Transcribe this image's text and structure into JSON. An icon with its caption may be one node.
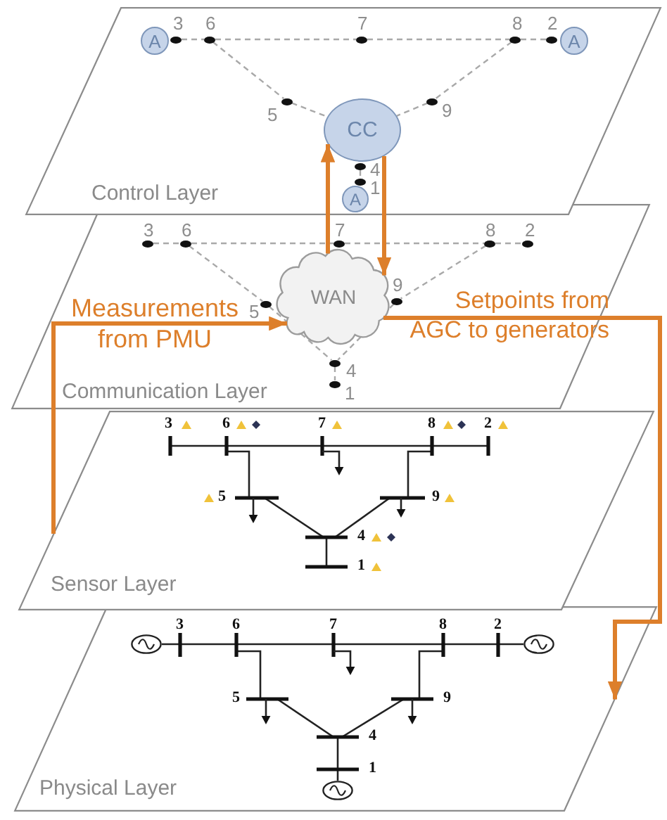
{
  "diagram": {
    "nodes": [
      {
        "text": [
          "Control Layer"
        ]
      },
      {
        "text": [
          "A"
        ],
        "in": 0
      },
      {
        "text": [],
        "shape": "circle",
        "in": 0,
        "beside": [
          "3"
        ]
      },
      {
        "text": [],
        "shape": "circle",
        "in": 0,
        "beside": [
          "6"
        ]
      },
      {
        "text": [],
        "shape": "circle",
        "in": 0,
        "beside": [
          "7"
        ]
      },
      {
        "text": [],
        "shape": "circle",
        "in": 0,
        "beside": [
          "8"
        ]
      },
      {
        "text": [],
        "shape": "circle",
        "in": 0,
        "beside": [
          "2"
        ]
      },
      {
        "text": [
          "A"
        ],
        "in": 0
      },
      {
        "text": [],
        "shape": "circle",
        "in": 0,
        "beside": [
          "5"
        ]
      },
      {
        "text": [
          "CC"
        ],
        "in": 0
      },
      {
        "text": [],
        "shape": "circle",
        "in": 0,
        "beside": [
          "9"
        ]
      },
      {
        "text": [],
        "shape": "circle",
        "in": 0,
        "beside": [
          "4"
        ]
      },
      {
        "text": [],
        "shape": "circle",
        "in": 0,
        "beside": [
          "1"
        ]
      },
      {
        "text": [
          "A"
        ],
        "in": 0
      },
      {
        "text": [
          "Communication Layer"
        ]
      },
      {
        "text": [],
        "shape": "circle",
        "in": 14,
        "beside": [
          "3"
        ]
      },
      {
        "text": [],
        "shape": "circle",
        "in": 14,
        "beside": [
          "6"
        ]
      },
      {
        "text": [],
        "shape": "circle",
        "in": 14,
        "beside": [
          "7"
        ]
      },
      {
        "text": [],
        "shape": "circle",
        "in": 14,
        "beside": [
          "8"
        ]
      },
      {
        "text": [],
        "shape": "circle",
        "in": 14,
        "beside": [
          "2"
        ]
      },
      {
        "text": [],
        "shape": "circle",
        "in": 14,
        "beside": [
          "5"
        ]
      },
      {
        "text": [
          "WAN"
        ],
        "in": 14
      },
      {
        "text": [],
        "shape": "circle",
        "in": 14,
        "beside": [
          "9"
        ]
      },
      {
        "text": [],
        "shape": "circle",
        "in": 14,
        "beside": [
          "4"
        ]
      },
      {
        "text": [],
        "shape": "circle",
        "in": 14,
        "beside": [
          "1"
        ]
      },
      {
        "text": [
          "Sensor Layer"
        ]
      },
      {
        "text": [
          "Physical Layer"
        ]
      }
    ],
    "edges": [
      {
        "from": 2,
        "to": 3,
        "arrow": "none",
        "style": "dashed"
      },
      {
        "from": 3,
        "to": 4,
        "arrow": "none",
        "style": "dashed"
      },
      {
        "from": 4,
        "to": 5,
        "arrow": "none",
        "style": "dashed"
      },
      {
        "from": 5,
        "to": 6,
        "arrow": "none",
        "style": "dashed"
      },
      {
        "from": 3,
        "to": 8,
        "arrow": "none",
        "style": "dashed"
      },
      {
        "from": 8,
        "to": 9,
        "arrow": "none",
        "style": "dashed"
      },
      {
        "from": 5,
        "to": 10,
        "arrow": "none",
        "style": "dashed"
      },
      {
        "from": 10,
        "to": 9,
        "arrow": "none",
        "style": "dashed"
      },
      {
        "from": 11,
        "to": 12,
        "arrow": "none",
        "style": "dashed"
      },
      {
        "from": 15,
        "to": 16,
        "arrow": "none",
        "style": "dashed"
      },
      {
        "from": 16,
        "to": 17,
        "arrow": "none",
        "style": "dashed"
      },
      {
        "from": 17,
        "to": 18,
        "arrow": "none",
        "style": "dashed"
      },
      {
        "from": 18,
        "to": 19,
        "arrow": "none",
        "style": "dashed"
      },
      {
        "from": 16,
        "to": 20,
        "arrow": "none",
        "style": "dashed"
      },
      {
        "from": 20,
        "to": 21,
        "arrow": "none",
        "style": "dashed"
      },
      {
        "from": 21,
        "to": 23,
        "arrow": "none",
        "style": "dashed"
      },
      {
        "from": 18,
        "to": 22,
        "arrow": "none",
        "style": "dashed"
      },
      {
        "from": 22,
        "to": 21,
        "arrow": "none",
        "style": "dashed"
      },
      {
        "from": 21,
        "to": 23,
        "arrow": "none",
        "style": "dashed"
      },
      {
        "from": 23,
        "to": 24,
        "arrow": "none",
        "style": "dashed"
      },
      {
        "from": 21,
        "to": 9,
        "arrow": "to",
        "style": "thick",
        "color": "#dd7f2b"
      },
      {
        "from": 9,
        "to": 21,
        "arrow": "to",
        "style": "thick",
        "color": "#dd7f2b"
      },
      {
        "from": 25,
        "to": 21,
        "arrow": "to",
        "label": "Measurements from PMU",
        "style": "thick",
        "color": "#dd7f2b"
      },
      {
        "from": 21,
        "to": 26,
        "arrow": "to",
        "label": "Setpoints from AGC to generators",
        "style": "thick",
        "color": "#dd7f2b"
      }
    ],
    "labels": [
      "3",
      "6",
      "7",
      "8",
      "2",
      "5",
      "9",
      "4",
      "1",
      "3",
      "6",
      "7",
      "8",
      "2",
      "5",
      "9",
      "4",
      "1"
    ]
  }
}
